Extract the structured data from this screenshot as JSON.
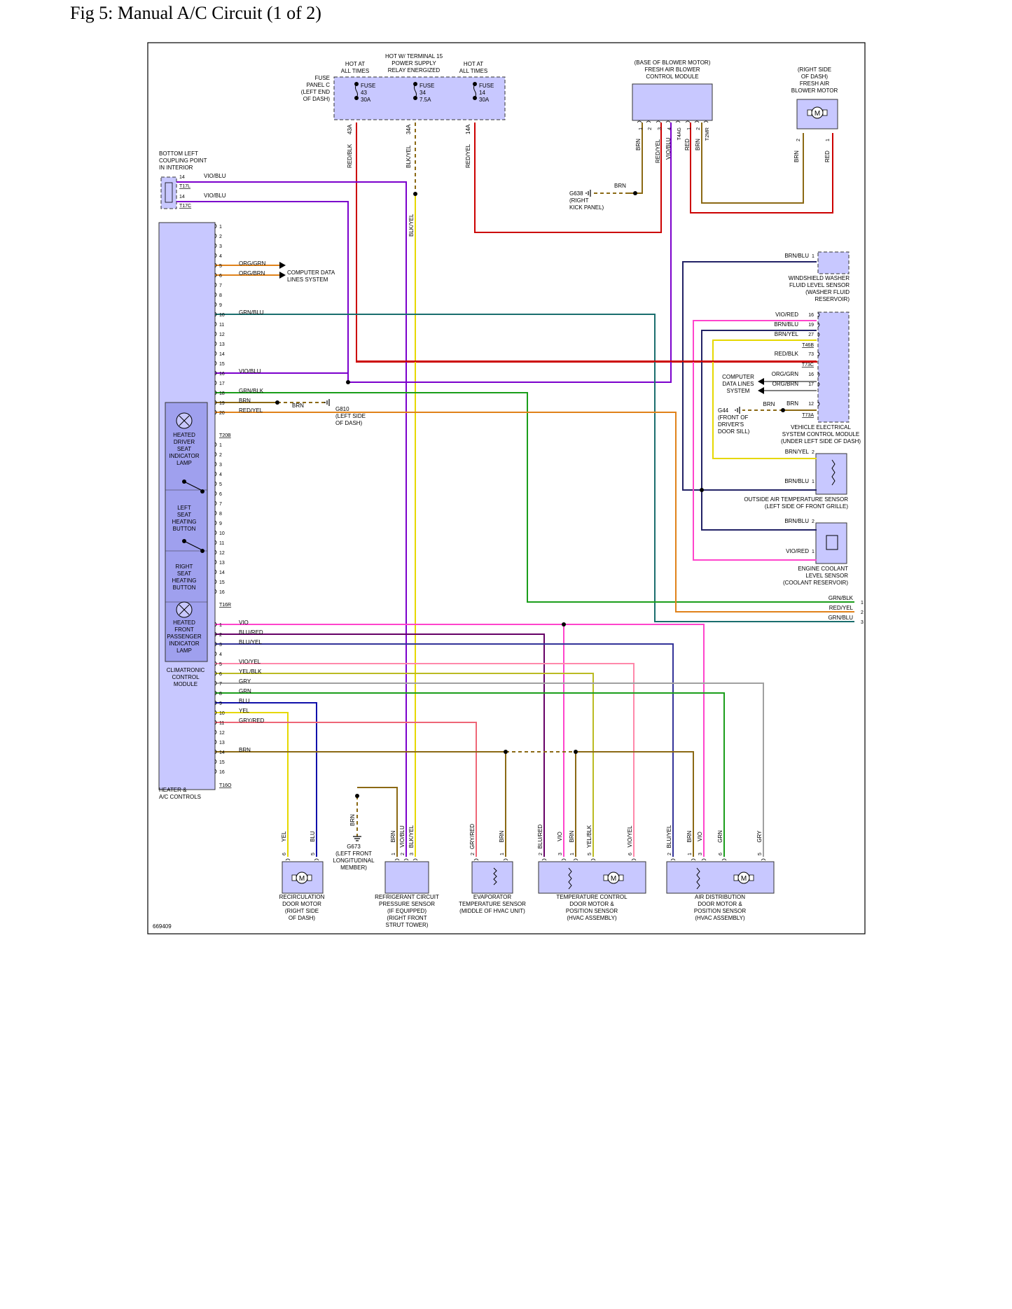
{
  "title": "Fig 5: Manual A/C Circuit (1 of 2)",
  "figure_id": "669409",
  "colors": {
    "module_fill": "#c8c8ff",
    "lamp_fill": "#9fa0ee",
    "red": "#cc0000",
    "brn": "#8b6914",
    "vio": "#7b00cc",
    "org": "#e0821a",
    "grn": "#1a9e1a",
    "blu": "#1010aa",
    "yel": "#e6d800",
    "gry": "#a0a0a0",
    "pink": "#ff44cc"
  },
  "fuse_box": {
    "label": "FUSE\nPANEL C\n(LEFT END\nOF DASH)",
    "hot_left": "HOT AT\nALL TIMES",
    "hot_mid": "HOT W/ TERMINAL 15\nPOWER SUPPLY\nRELAY ENERGIZED",
    "hot_right": "HOT AT\nALL TIMES",
    "fuses": [
      {
        "label": "FUSE\n43\n30A",
        "pin": "43A",
        "wire": "RED/BLK"
      },
      {
        "label": "FUSE\n34\n7.5A",
        "pin": "34A",
        "wire": "BLK/YEL"
      },
      {
        "label": "FUSE\n14\n30A",
        "pin": "14A",
        "wire": "RED/YEL"
      }
    ]
  },
  "blower_module": {
    "label": "(BASE OF BLOWER MOTOR)\nFRESH AIR BLOWER\nCONTROL MODULE",
    "pins": [
      "1",
      "2",
      "3",
      "4",
      "T4AG",
      "1",
      "2",
      "T2MR"
    ],
    "wires": [
      "BRN",
      "RED/YEL",
      "VIO/BLU",
      "RED",
      "BRN"
    ]
  },
  "blower_motor": {
    "label": "(RIGHT SIDE\nOF DASH)\nFRESH AIR\nBLOWER MOTOR",
    "pins": [
      "2",
      "1"
    ],
    "wires": [
      "BRN",
      "RED"
    ]
  },
  "ground_g638": {
    "wire": "BRN",
    "label": "G638\n(RIGHT\nKICK PANEL)"
  },
  "coupling": {
    "label": "BOTTOM LEFT\nCOUPLING POINT\nIN INTERIOR",
    "rows": [
      {
        "pin": "14",
        "conn": "T17L",
        "wire": "VIO/BLU"
      },
      {
        "pin": "14",
        "conn": "T17C",
        "wire": "VIO/BLU"
      }
    ]
  },
  "t20b": {
    "conn": "T20B",
    "pins": [
      {
        "n": "1",
        "w": ""
      },
      {
        "n": "2",
        "w": ""
      },
      {
        "n": "3",
        "w": ""
      },
      {
        "n": "4",
        "w": ""
      },
      {
        "n": "5",
        "w": "ORG/GRN"
      },
      {
        "n": "6",
        "w": "ORG/BRN"
      },
      {
        "n": "7",
        "w": ""
      },
      {
        "n": "8",
        "w": ""
      },
      {
        "n": "9",
        "w": ""
      },
      {
        "n": "10",
        "w": "GRN/BLU"
      },
      {
        "n": "11",
        "w": ""
      },
      {
        "n": "12",
        "w": ""
      },
      {
        "n": "13",
        "w": ""
      },
      {
        "n": "14",
        "w": ""
      },
      {
        "n": "15",
        "w": ""
      },
      {
        "n": "16",
        "w": "VIO/BLU"
      },
      {
        "n": "17",
        "w": ""
      },
      {
        "n": "18",
        "w": "GRN/BLK"
      },
      {
        "n": "19",
        "w": "BRN"
      },
      {
        "n": "20",
        "w": "RED/YEL"
      }
    ],
    "cdl_label": "COMPUTER DATA\nLINES SYSTEM"
  },
  "ground_g810": {
    "wire": "BRN",
    "label": "G810\n(LEFT SIDE\nOF DASH)"
  },
  "t16r": {
    "conn": "T16R",
    "pins": [
      "1",
      "2",
      "3",
      "4",
      "5",
      "6",
      "7",
      "8",
      "9",
      "10",
      "11",
      "12",
      "13",
      "14",
      "15",
      "16"
    ]
  },
  "t16o": {
    "conn": "T16O",
    "pins": [
      {
        "n": "1",
        "w": "VIO"
      },
      {
        "n": "2",
        "w": "BLU/RED"
      },
      {
        "n": "3",
        "w": "BLU/YEL"
      },
      {
        "n": "4",
        "w": ""
      },
      {
        "n": "5",
        "w": "VIO/YEL"
      },
      {
        "n": "6",
        "w": "YEL/BLK"
      },
      {
        "n": "7",
        "w": "GRY"
      },
      {
        "n": "8",
        "w": "GRN"
      },
      {
        "n": "9",
        "w": "BLU"
      },
      {
        "n": "10",
        "w": "YEL"
      },
      {
        "n": "11",
        "w": "GRY/RED"
      },
      {
        "n": "12",
        "w": ""
      },
      {
        "n": "13",
        "w": ""
      },
      {
        "n": "14",
        "w": "BRN"
      },
      {
        "n": "15",
        "w": ""
      },
      {
        "n": "16",
        "w": ""
      }
    ]
  },
  "climatronic": {
    "label": "CLIMATRONIC\nCONTROL\nMODULE",
    "heater_label": "HEATER &\nA/C CONTROLS",
    "inner": [
      "HEATED\nDRIVER\nSEAT\nINDICATOR\nLAMP",
      "LEFT\nSEAT\nHEATING\nBUTTON",
      "RIGHT\nSEAT\nHEATING\nBUTTON",
      "HEATED\nFRONT\nPASSENGER\nINDICATOR\nLAMP"
    ]
  },
  "washer_sensor": {
    "wire": "BRN/BLU",
    "pin": "1",
    "label": "WINDSHIELD WASHER\nFLUID LEVEL SENSOR\n(WASHER FLUID\nRESERVOIR)"
  },
  "vesc": {
    "label": "VEHICLE ELECTRICAL\nSYSTEM CONTROL MODULE\n(UNDER LEFT SIDE OF DASH)",
    "rows": [
      {
        "w": "VIO/RED",
        "p": "16"
      },
      {
        "w": "BRN/BLU",
        "p": "19"
      },
      {
        "w": "BRN/YEL",
        "p": "27"
      },
      {
        "conn": "T46B"
      },
      {
        "w": "RED/BLK",
        "p": "73"
      },
      {
        "conn": "T73C"
      },
      {
        "w": "ORG/GRN",
        "p": "16"
      },
      {
        "w": "ORG/BRN",
        "p": "17"
      },
      {
        "w": "BRN",
        "p": "12"
      },
      {
        "conn": "T73A"
      }
    ],
    "cdl_label": "COMPUTER\nDATA LINES\nSYSTEM"
  },
  "ground_g44": {
    "wire": "BRN",
    "label": "G44\n(FRONT OF\nDRIVER'S\nDOOR SILL)"
  },
  "outside_temp": {
    "wires": [
      {
        "w": "BRN/YEL",
        "p": "2"
      },
      {
        "w": "BRN/BLU",
        "p": "1"
      }
    ],
    "label": "OUTSIDE AIR TEMPERATURE SENSOR\n(LEFT SIDE OF FRONT GRILLE)"
  },
  "coolant": {
    "wires": [
      {
        "w": "BRN/BLU",
        "p": "2"
      },
      {
        "w": "VIO/RED",
        "p": "1"
      }
    ],
    "label": "ENGINE COOLANT\nLEVEL SENSOR\n(COOLANT RESERVOIR)"
  },
  "offpage": [
    {
      "w": "GRN/BLK",
      "n": "1"
    },
    {
      "w": "RED/YEL",
      "n": "2"
    },
    {
      "w": "GRN/BLU",
      "n": "3"
    }
  ],
  "ground_g673": {
    "wire": "BRN",
    "label": "G673\n(LEFT FRONT\nLONGITUDINAL\nMEMBER)"
  },
  "bottom_components": [
    {
      "label": "RECIRCULATION\nDOOR MOTOR\n(RIGHT SIDE\nOF DASH)",
      "wires": [
        "YEL",
        "BLU"
      ],
      "pins": [
        "6",
        "5"
      ]
    },
    {
      "label": "REFRIGERANT CIRCUIT\nPRESSURE SENSOR\n(IF EQUIPPED)\n(RIGHT FRONT\nSTRUT TOWER)",
      "wires": [
        "BRN",
        "VIO/BLU",
        "BLK/YEL"
      ],
      "pins": [
        "1",
        "2",
        "3"
      ]
    },
    {
      "label": "EVAPORATOR\nTEMPERATURE SENSOR\n(MIDDLE OF HVAC UNIT)",
      "wires": [
        "GRY/RED",
        "BRN"
      ],
      "pins": [
        "2",
        "1"
      ]
    },
    {
      "label": "TEMPERATURE CONTROL\nDOOR MOTOR &\nPOSITION SENSOR\n(HVAC ASSEMBLY)",
      "wires": [
        "BLU/RED",
        "VIO",
        "BRN",
        "YEL/BLK",
        "VIO/YEL"
      ],
      "pins": [
        "2",
        "3",
        "1",
        "5",
        "6"
      ]
    },
    {
      "label": "AIR DISTRIBUTION\nDOOR MOTOR &\nPOSITION SENSOR\n(HVAC ASSEMBLY)",
      "wires": [
        "BLU/YEL",
        "BRN",
        "VIO",
        "GRN",
        "GRY"
      ],
      "pins": [
        "2",
        "1",
        "3",
        "6",
        "5"
      ]
    }
  ]
}
